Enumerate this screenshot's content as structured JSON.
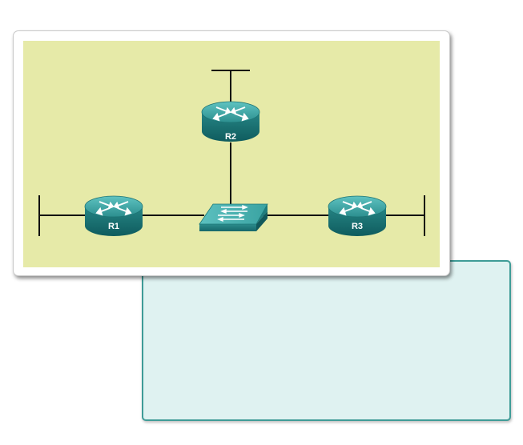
{
  "routers": [
    {
      "id": "r1",
      "label": "R1"
    },
    {
      "id": "r2",
      "label": "R2"
    },
    {
      "id": "r3",
      "label": "R3"
    }
  ],
  "colors": {
    "diagram_background": "#e6eaa8",
    "device_teal": "#2f8a8a",
    "panel_fill": "#dff2f1",
    "panel_border": "#3f9c97"
  }
}
